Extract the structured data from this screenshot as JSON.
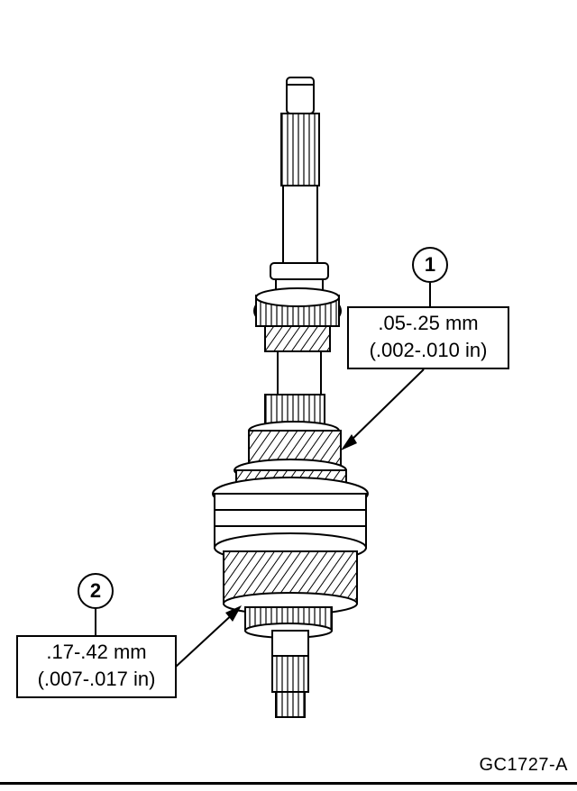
{
  "callouts": [
    {
      "number": "1",
      "spec_mm": ".05-.25 mm",
      "spec_in": "(.002-.010 in)"
    },
    {
      "number": "2",
      "spec_mm": ".17-.42 mm",
      "spec_in": "(.007-.017 in)"
    }
  ],
  "figure_id": "GC1727-A"
}
